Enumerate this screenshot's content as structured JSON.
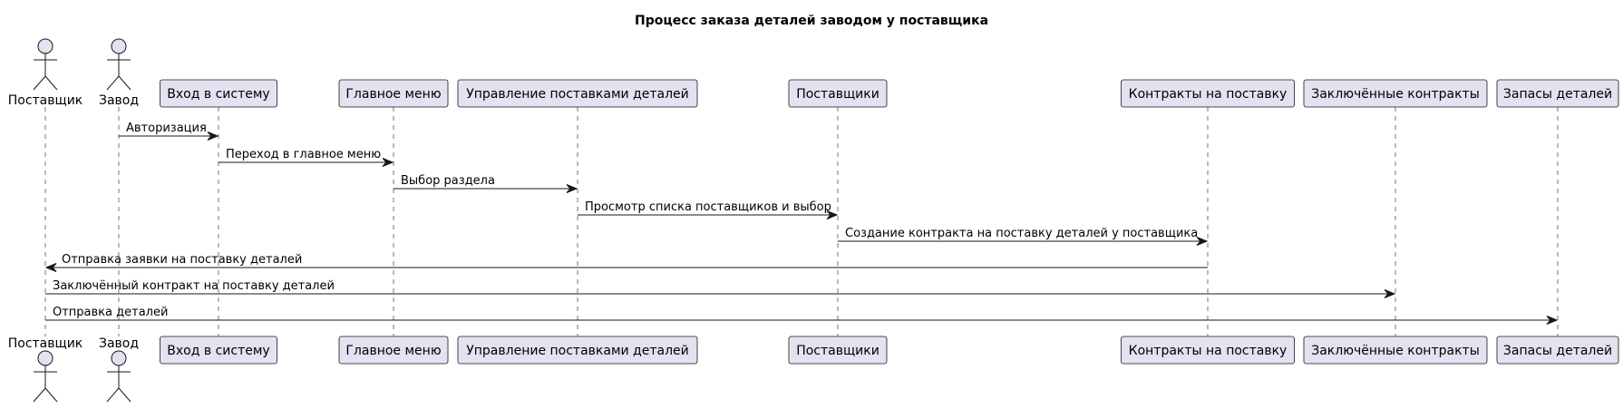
{
  "title": "Процесс заказа деталей заводом у поставщика",
  "colors": {
    "participant_fill": "#E2E2F0",
    "participant_border": "#181818",
    "line": "#181818",
    "text": "#000000",
    "background": "#FFFFFF"
  },
  "participants": [
    {
      "label": "Поставщик",
      "kind": "actor"
    },
    {
      "label": "Завод",
      "kind": "actor"
    },
    {
      "label": "Вход в систему",
      "kind": "box"
    },
    {
      "label": "Главное меню",
      "kind": "box"
    },
    {
      "label": "Управление поставками деталей",
      "kind": "box"
    },
    {
      "label": "Поставщики",
      "kind": "box"
    },
    {
      "label": "Контракты на поставку",
      "kind": "box"
    },
    {
      "label": "Заключённые контракты",
      "kind": "box"
    },
    {
      "label": "Запасы деталей",
      "kind": "box"
    }
  ],
  "messages": [
    {
      "from": 1,
      "to": 2,
      "label": "Авторизация"
    },
    {
      "from": 2,
      "to": 3,
      "label": "Переход в главное меню"
    },
    {
      "from": 3,
      "to": 4,
      "label": "Выбор раздела"
    },
    {
      "from": 4,
      "to": 5,
      "label": "Просмотр списка поставщиков и выбор"
    },
    {
      "from": 5,
      "to": 6,
      "label": "Создание контракта на поставку деталей у поставщика"
    },
    {
      "from": 6,
      "to": 0,
      "label": "Отправка заявки на поставку деталей"
    },
    {
      "from": 0,
      "to": 7,
      "label": "Заключённый контракт на поставку деталей"
    },
    {
      "from": 0,
      "to": 8,
      "label": "Отправка деталей"
    }
  ]
}
